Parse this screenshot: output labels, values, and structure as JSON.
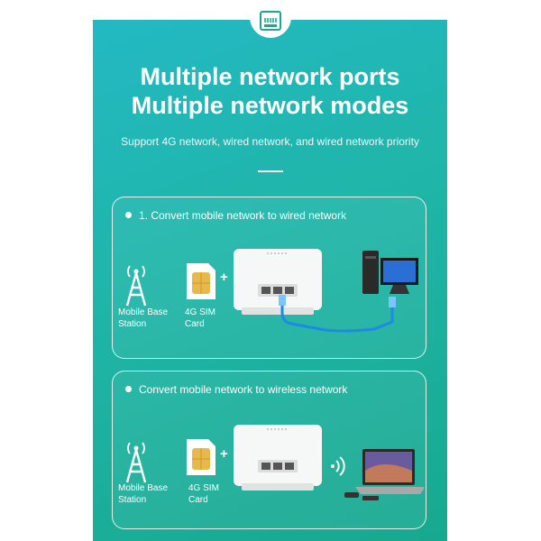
{
  "headline": {
    "line1": "Multiple network ports",
    "line2": "Multiple network modes"
  },
  "subtitle": "Support 4G network, wired network, and wired network priority",
  "icons": {
    "top": "ethernet-port-icon",
    "base_station": "cell-tower-icon",
    "sim": "sim-card-icon",
    "router": "router-icon",
    "computer": "desktop-computer-icon",
    "laptop": "laptop-icon",
    "wireless": "wifi-signal-icon"
  },
  "panels": [
    {
      "title": "1. Convert mobile network to wired network",
      "base_station_label": [
        "Mobile Base",
        "Station"
      ],
      "sim_label": [
        "4G SIM",
        "Card"
      ],
      "plus": "+"
    },
    {
      "title": "Convert mobile network to wireless network",
      "base_station_label": [
        "Mobile Base",
        "Station"
      ],
      "sim_label": [
        "4G SIM",
        "Card"
      ],
      "plus": "+"
    }
  ],
  "colors": {
    "background_top": "#23b9c3",
    "background_bottom": "#17a98f",
    "cable": "#1e8ae6",
    "sim_gold": "#e6b94a"
  }
}
